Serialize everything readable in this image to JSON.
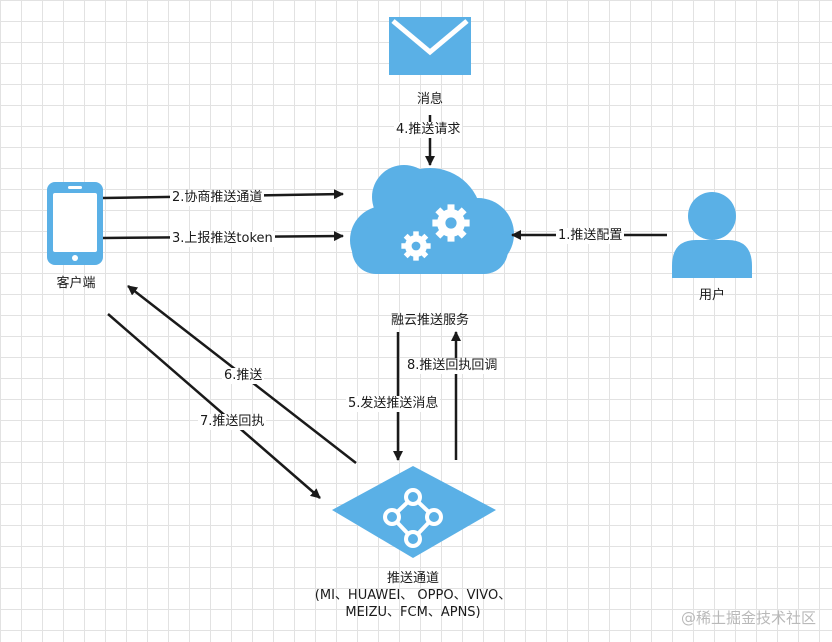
{
  "colors": {
    "accent": "#5ab0e6",
    "arrow": "#1a1a1a",
    "grid": "#e2e2e2"
  },
  "nodes": {
    "message": {
      "label": "消息",
      "icon": "envelope-icon"
    },
    "client": {
      "label": "客户端",
      "icon": "phone-icon"
    },
    "cloud": {
      "label": "融云推送服务",
      "icon": "cloud-gears-icon"
    },
    "user": {
      "label": "用户",
      "icon": "user-icon"
    },
    "channel": {
      "label": "推送通道",
      "sub_line1": "(MI、HUAWEI、 OPPO、VIVO、",
      "sub_line2": "MEIZU、FCM、APNS)",
      "icon": "network-icon"
    }
  },
  "edges": {
    "e1": "1.推送配置",
    "e2": "2.协商推送通道",
    "e3": "3.上报推送token",
    "e4": "4.推送请求",
    "e5": "5.发送推送消息",
    "e6": "6.推送",
    "e7": "7.推送回执",
    "e8": "8.推送回执回调"
  },
  "watermark": "@稀土掘金技术社区"
}
